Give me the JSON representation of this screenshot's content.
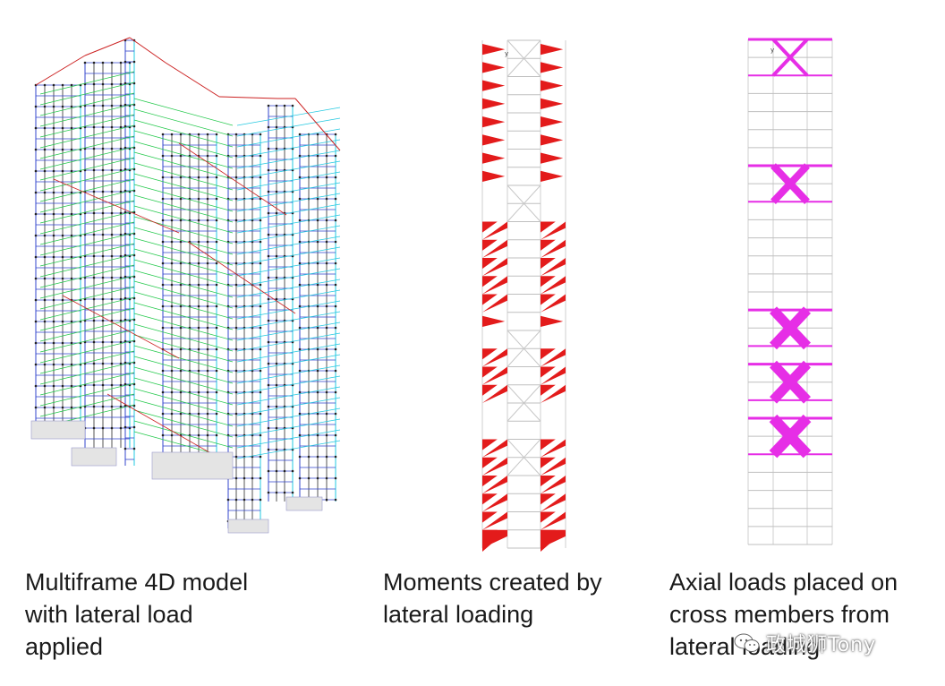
{
  "panels": [
    {
      "id": "model",
      "caption_lines": [
        "Multiframe 4D model",
        "with lateral load",
        "applied"
      ]
    },
    {
      "id": "moments",
      "caption_lines": [
        "Moments created by",
        "lateral loading"
      ],
      "diagram_color": "#e31b1b"
    },
    {
      "id": "axial",
      "caption_lines": [
        "Axial loads placed on",
        "cross members from",
        "lateral loading"
      ],
      "diagram_color": "#e62ee6"
    }
  ],
  "axis_label": "y",
  "watermark": {
    "text": "政城狮Tony",
    "icon": "wechat-icon"
  },
  "colors": {
    "frame_blue": "#3344cc",
    "frame_green": "#22c84a",
    "frame_cyan": "#22c8e0",
    "frame_red": "#cc2222",
    "grid_gray": "#bfbfbf"
  }
}
